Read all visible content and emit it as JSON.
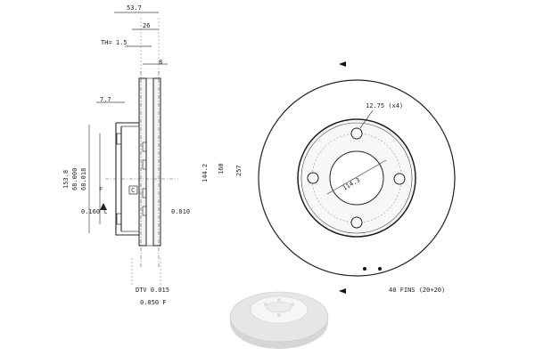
{
  "dimensions": {
    "overall_height": "53.7",
    "hat_depth": "26",
    "th": "TH= 1.5",
    "eight": "8",
    "seven_seven": "7.7",
    "d153": "153.8",
    "d68_000": "68.000",
    "d68_018": "68.018",
    "d144": "144.2",
    "d160": "160",
    "d257": "257",
    "tol_c": "0.160 C",
    "tol_flat": "0.010",
    "dtv": "DTV 0.015",
    "runout": "0.050 F",
    "datum_f": "F",
    "datum_c": "C"
  },
  "face_view": {
    "bolt_hole": "12.75 (x4)",
    "pcd": "114.3",
    "fins": "40 FINS (20+20)"
  },
  "colors": {
    "line": "#222222",
    "shade": "#e8e8e8",
    "photo_face": "#e0e0e0",
    "photo_hub": "#f2f2f2"
  }
}
